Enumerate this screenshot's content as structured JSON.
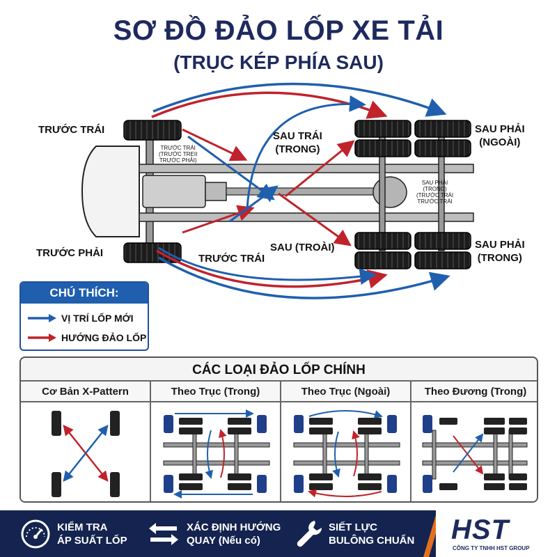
{
  "title": "SƠ ĐỒ ĐẢO LỐP XE TẢI",
  "subtitle": "(TRỤC KÉP PHÍA SAU)",
  "labels": {
    "front_left": "TRƯỚC TRÁI",
    "front_right": "TRƯỚC PHẢI",
    "rear_left_inner": "SAU TRÁI\n(TRONG)",
    "rear_right_outer": "SAU PHẢI\n(NGOÀI)",
    "rear_outer": "SAU (TROÀI)",
    "rear_right_inner": "SAU PHẢI\n(TRONG)",
    "front_left_bottom": "TRƯỚC TRÁI",
    "small_front_left": "TRƯỚC TRÁI\n(TRƯỚC TREII\nTRƯỚC PHẢI)",
    "small_rear_right": "SAU PHẢI\n(TRONG)\n(TRƯỚC TRÁI\nTRƯỚC TRÁI"
  },
  "legend": {
    "title": "CHÚ THÍCH:",
    "items": [
      {
        "label": "VỊ TRÍ LỐP MỚI",
        "color": "#1f5fae"
      },
      {
        "label": "HƯỚNG ĐẢO LỐP",
        "color": "#c0232b"
      }
    ]
  },
  "types": {
    "title": "CÁC LOẠI ĐẢO LỐP CHÍNH",
    "columns": [
      {
        "label": "Cơ Bản X-Pattern"
      },
      {
        "label": "Theo Trục (Trong)"
      },
      {
        "label": "Theo Trục (Ngoài)"
      },
      {
        "label": "Theo Đương (Trong)"
      }
    ]
  },
  "footer": {
    "items": [
      {
        "label": "KIỂM TRA\nÁP SUẤT LỐP",
        "icon": "gauge-icon"
      },
      {
        "label": "XÁC ĐỊNH HƯỚNG\nQUAY (Nếu có)",
        "icon": "swap-arrows-icon"
      },
      {
        "label": "SIẾT LỰC\nBULÔNG CHUẨN",
        "icon": "wrench-icon"
      }
    ],
    "logo": "HST",
    "company": "CÔNG TY TNHH HST GROUP"
  },
  "colors": {
    "navy": "#1e2a5e",
    "blue": "#1f5fae",
    "red": "#c0232b",
    "footer": "#14234f"
  }
}
